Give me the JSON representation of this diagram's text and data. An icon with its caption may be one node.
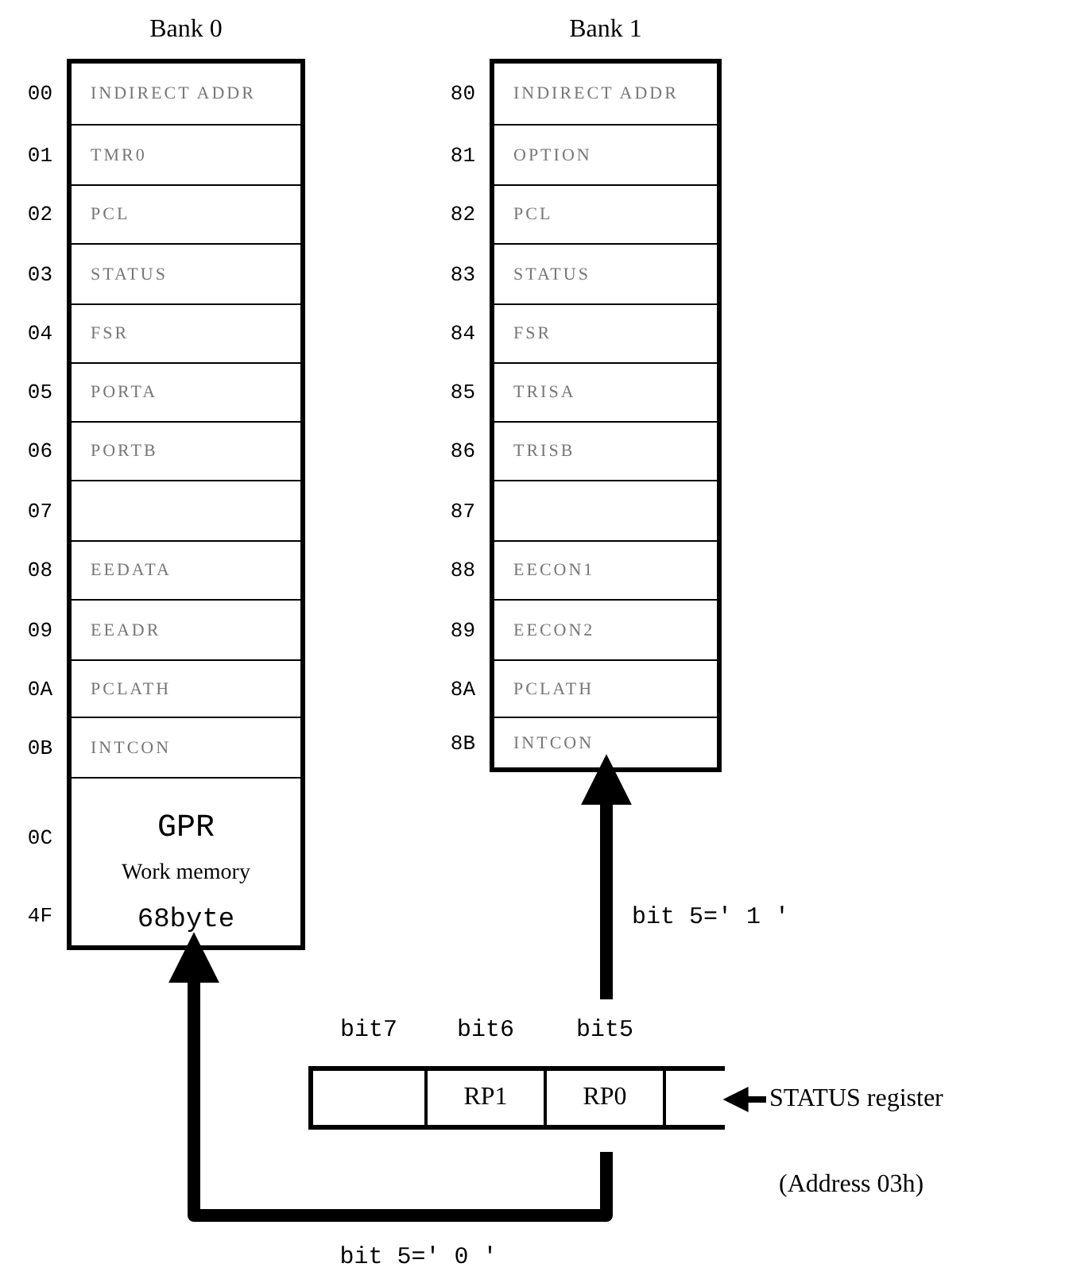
{
  "diagram": {
    "nodes": [
      {
        "text": [
          "Bank 0"
        ]
      },
      {
        "text": [
          "INDIRECT ADDR"
        ],
        "in": 0,
        "beside": [
          "00"
        ]
      },
      {
        "text": [
          "TMR0"
        ],
        "in": 0,
        "beside": [
          "01"
        ]
      },
      {
        "text": [
          "PCL"
        ],
        "in": 0,
        "beside": [
          "02"
        ]
      },
      {
        "text": [
          "STATUS"
        ],
        "in": 0,
        "beside": [
          "03"
        ]
      },
      {
        "text": [
          "FSR"
        ],
        "in": 0,
        "beside": [
          "04"
        ]
      },
      {
        "text": [
          "PORTA"
        ],
        "in": 0,
        "beside": [
          "05"
        ]
      },
      {
        "text": [
          "PORTB"
        ],
        "in": 0,
        "beside": [
          "06"
        ]
      },
      {
        "text": [],
        "shape": "box",
        "in": 0,
        "beside": [
          "07"
        ]
      },
      {
        "text": [
          "EEDATA"
        ],
        "in": 0,
        "beside": [
          "08"
        ]
      },
      {
        "text": [
          "EEADR"
        ],
        "in": 0,
        "beside": [
          "09"
        ]
      },
      {
        "text": [
          "PCLATH"
        ],
        "in": 0,
        "beside": [
          "0A"
        ]
      },
      {
        "text": [
          "INTCON"
        ],
        "in": 0,
        "beside": [
          "0B"
        ]
      },
      {
        "text": [
          "GPR",
          "Work memory",
          "68byte"
        ],
        "in": 0,
        "beside": [
          "0C",
          "4F"
        ]
      },
      {
        "text": [
          "Bank 1"
        ]
      },
      {
        "text": [
          "INDIRECT ADDR"
        ],
        "in": 14,
        "beside": [
          "80"
        ]
      },
      {
        "text": [
          "OPTION"
        ],
        "in": 14,
        "beside": [
          "81"
        ]
      },
      {
        "text": [
          "PCL"
        ],
        "in": 14,
        "beside": [
          "82"
        ]
      },
      {
        "text": [
          "STATUS"
        ],
        "in": 14,
        "beside": [
          "83"
        ]
      },
      {
        "text": [
          "FSR"
        ],
        "in": 14,
        "beside": [
          "84"
        ]
      },
      {
        "text": [
          "TRISA"
        ],
        "in": 14,
        "beside": [
          "85"
        ]
      },
      {
        "text": [
          "TRISB"
        ],
        "in": 14,
        "beside": [
          "86"
        ]
      },
      {
        "text": [],
        "shape": "box",
        "in": 14,
        "beside": [
          "87"
        ]
      },
      {
        "text": [
          "EECON1"
        ],
        "in": 14,
        "beside": [
          "88"
        ]
      },
      {
        "text": [
          "EECON2"
        ],
        "in": 14,
        "beside": [
          "89"
        ]
      },
      {
        "text": [
          "PCLATH"
        ],
        "in": 14,
        "beside": [
          "8A"
        ]
      },
      {
        "text": [
          "INTCON"
        ],
        "in": 14,
        "beside": [
          "8B"
        ]
      },
      {
        "text": [],
        "shape": "bar"
      },
      {
        "text": [],
        "shape": "box",
        "in": 27,
        "beside": [
          "bit7"
        ]
      },
      {
        "text": [
          "RP1"
        ],
        "in": 27,
        "beside": [
          "bit6"
        ]
      },
      {
        "text": [
          "RP0"
        ],
        "in": 27,
        "beside": [
          "bit5"
        ]
      },
      {
        "text": [],
        "shape": "box",
        "in": 27
      },
      {
        "text": [
          "STATUS register",
          "(Address 03h)"
        ]
      }
    ],
    "edges": [
      {
        "from": 30,
        "to": 14,
        "arrow": "to",
        "label": "bit 5=' 1 '"
      },
      {
        "from": 30,
        "to": 0,
        "arrow": "to",
        "label": "bit 5=' 0 '"
      },
      {
        "from": 32,
        "to": 27,
        "arrow": "to"
      }
    ]
  }
}
